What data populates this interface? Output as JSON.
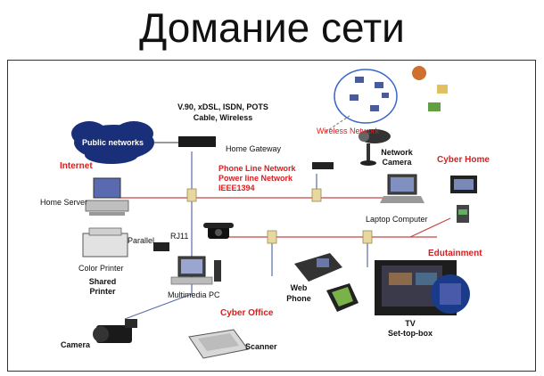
{
  "title": "Доманиe сети",
  "labels": {
    "public_networks": "Public networks",
    "internet": "Internet",
    "access": "V.90, xDSL, ISDN, POTS",
    "access2": "Cable, Wireless",
    "home_gateway": "Home Gateway",
    "wireless_network": "Wireless Network",
    "network_camera_1": "Network",
    "network_camera_2": "Camera",
    "cyber_home": "Cyber Home",
    "phone_line": "Phone Line Network",
    "power_line": "Power line Network",
    "ieee": "IEEE1394",
    "home_server": "Home Server",
    "laptop": "Laptop Computer",
    "rj11": "RJ11",
    "parallel": "Parallel",
    "color_printer": "Color Printer",
    "shared_printer_1": "Shared",
    "shared_printer_2": "Printer",
    "multimedia_pc": "Multimedia PC",
    "edutainment": "Edutainment",
    "web_phone_1": "Web",
    "web_phone_2": "Phone",
    "cyber_office": "Cyber Office",
    "tv_1": "TV",
    "tv_2": "Set-top-box",
    "camera": "Camera",
    "scanner": "Scanner"
  },
  "colors": {
    "accent_red": "#d81e1e",
    "line_red": "#c84646",
    "line_blue": "#5a6fa8",
    "cloud": "#1a2f7a",
    "jack": "#e8d8a0"
  }
}
